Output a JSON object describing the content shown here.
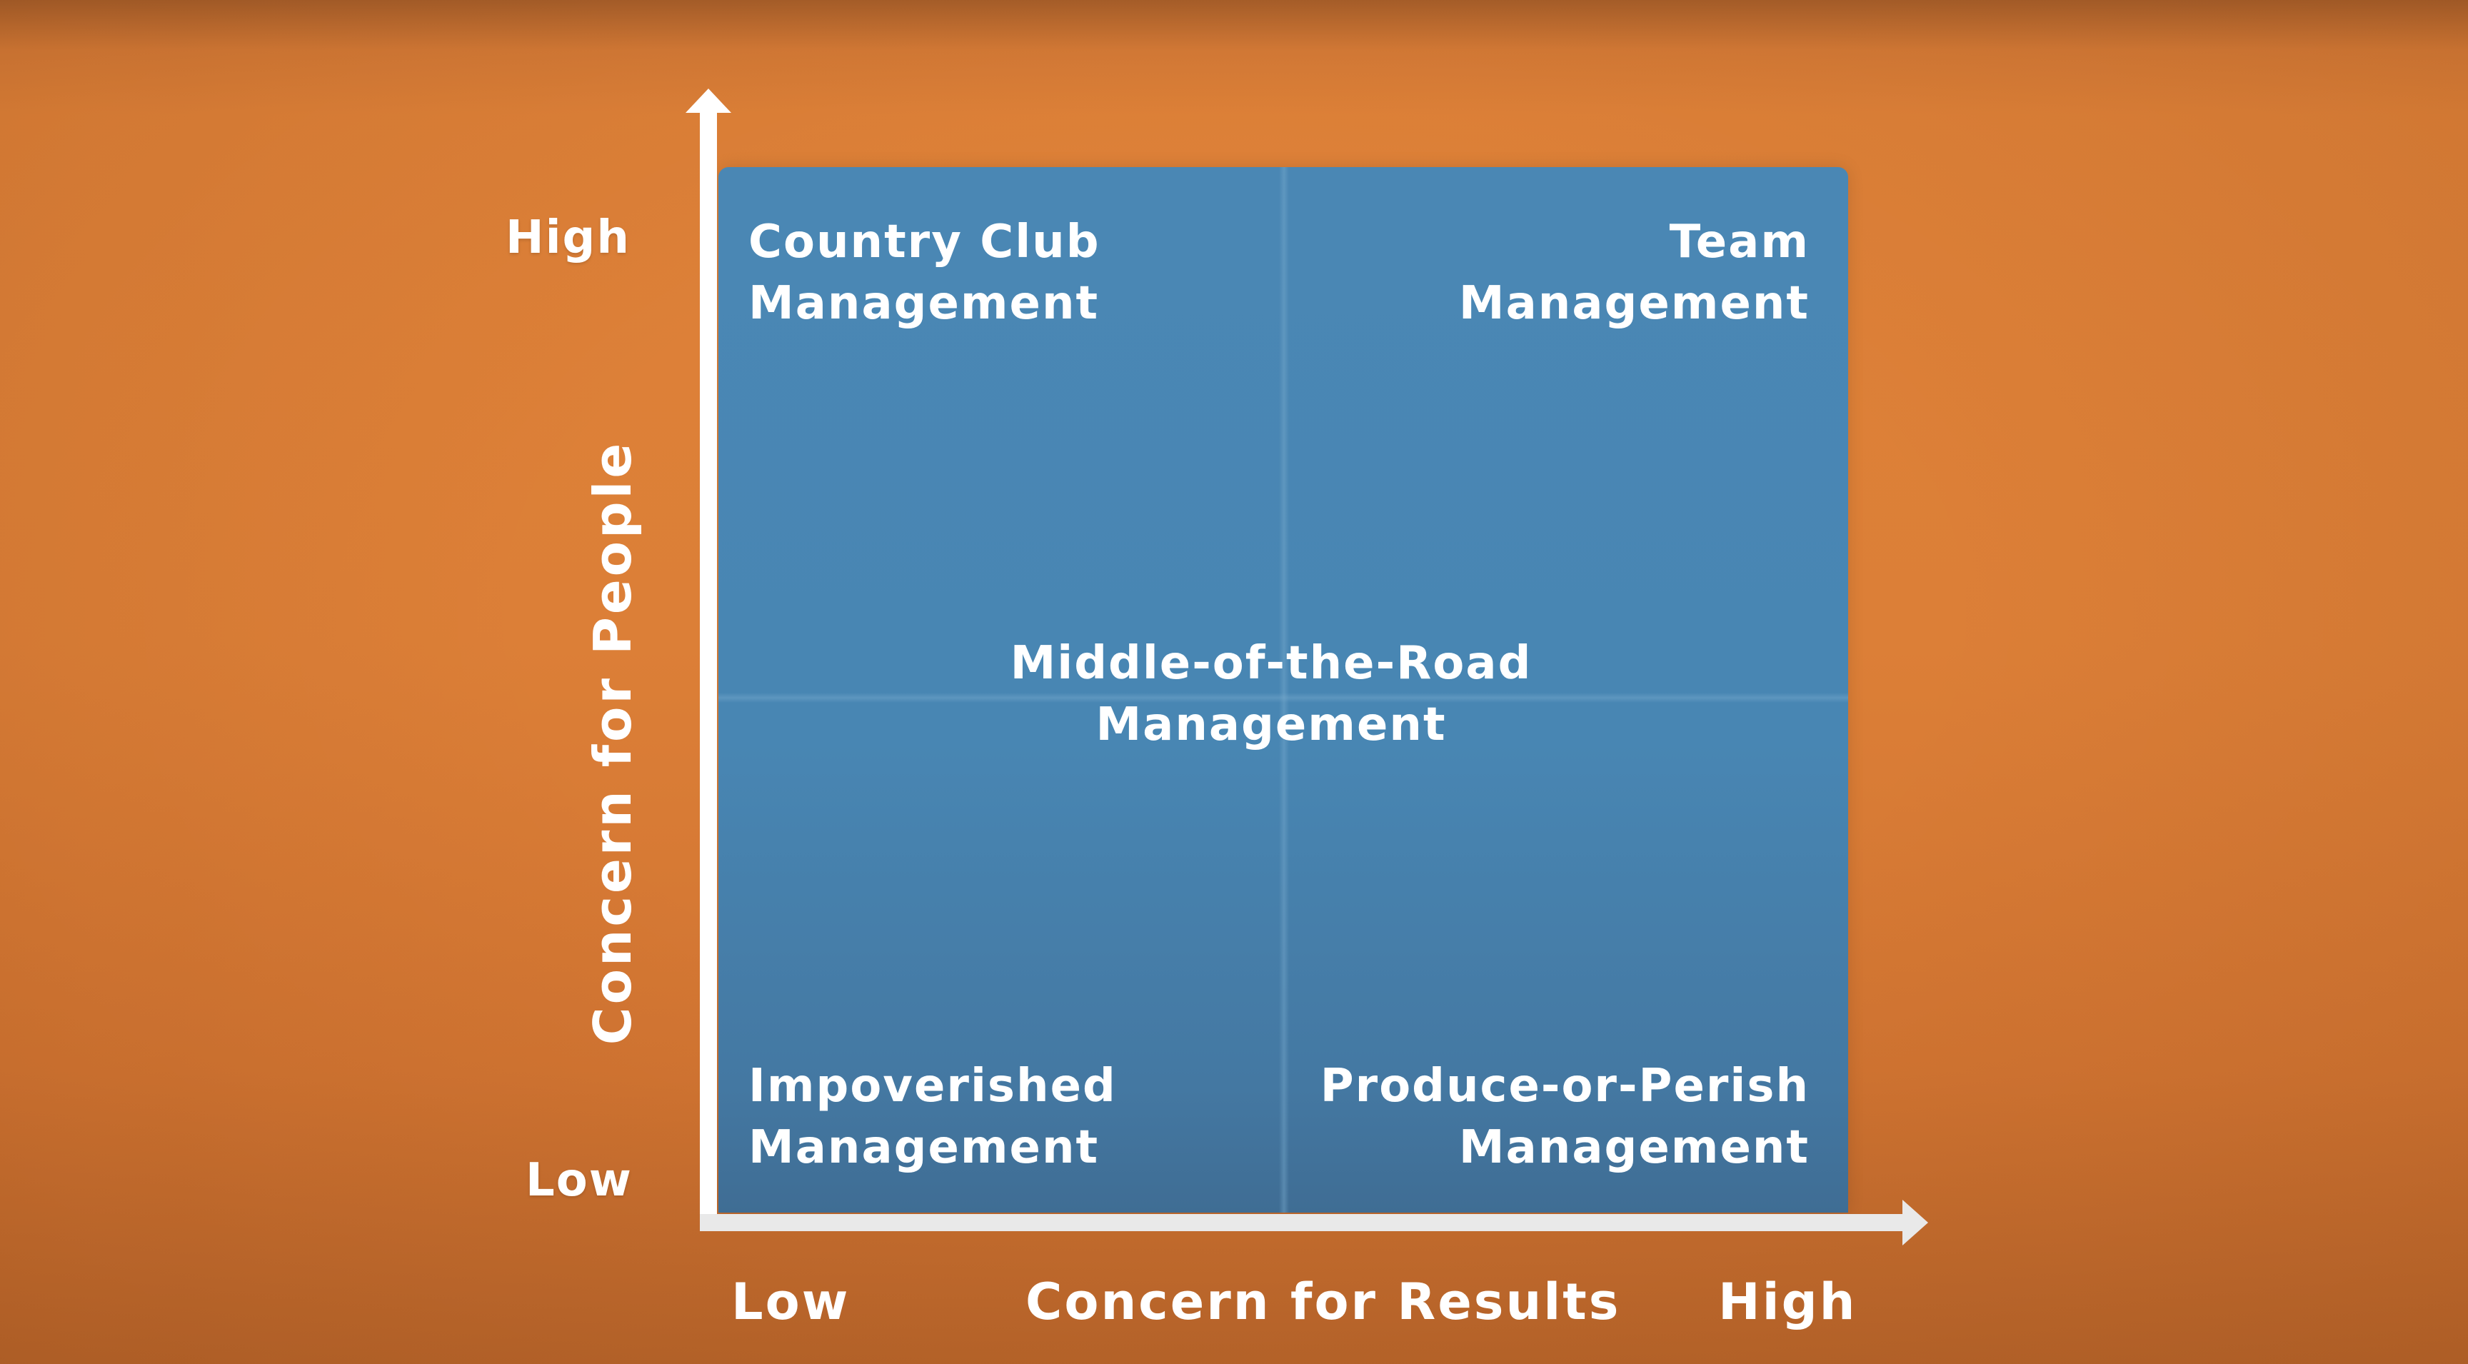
{
  "diagram": {
    "y_axis": {
      "title": "Concern for People",
      "high_label": "High",
      "low_label": "Low"
    },
    "x_axis": {
      "title": "Concern for Results",
      "low_label": "Low",
      "high_label": "High"
    },
    "quadrants": {
      "top_left": [
        "Country Club",
        "Management"
      ],
      "top_right": [
        "Team",
        "Management"
      ],
      "center": [
        "Middle-of-the-Road",
        "Management"
      ],
      "bottom_left": [
        "Impoverished",
        "Management"
      ],
      "bottom_right": [
        "Produce-or-Perish",
        "Management"
      ]
    },
    "colors": {
      "background": "#dc7f37",
      "grid": "#4a87b4",
      "axis": "#ffffff",
      "text": "#ffffff"
    }
  }
}
